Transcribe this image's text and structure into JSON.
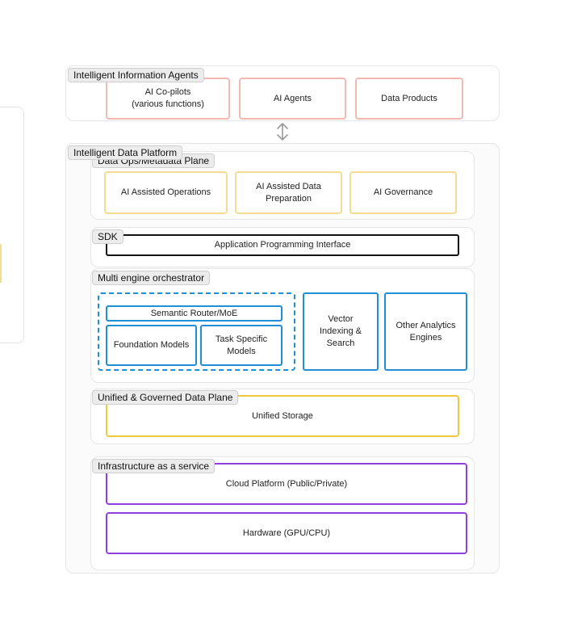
{
  "agents": {
    "label": "Intelligent Information Agents",
    "copilots": "AI Co-pilots\n(various functions)",
    "ai_agents": "AI Agents",
    "data_products": "Data Products"
  },
  "connector_icon": "double-arrow-vertical-icon",
  "platform": {
    "label": "Intelligent Data Platform",
    "dataops": {
      "label": "Data Ops/Metadata Plane",
      "assisted_ops": "AI Assisted Operations",
      "assisted_prep": "AI Assisted Data\nPreparation",
      "governance": "AI Governance"
    },
    "sdk": {
      "label": "SDK",
      "api": "Application Programming Interface"
    },
    "orchestrator": {
      "label": "Multi engine orchestrator",
      "router": "Semantic Router/MoE",
      "foundation": "Foundation Models",
      "task_specific": "Task Specific\nModels",
      "vector": "Vector\nIndexing &\nSearch",
      "other_engines": "Other Analytics\nEngines"
    },
    "data_plane": {
      "label": "Unified & Governed Data Plane",
      "storage": "Unified Storage"
    },
    "infra": {
      "label": "Infrastructure as a service",
      "cloud": "Cloud Platform (Public/Private)",
      "hardware": "Hardware (GPU/CPU)"
    }
  },
  "colors": {
    "agents_border": "#f3b9b1",
    "dataops_border": "#f6dc92",
    "sdk_border": "#111111",
    "orchestrator_border": "#1f8fd6",
    "storage_border": "#f1c83c",
    "infra_border": "#8f3fe0"
  }
}
